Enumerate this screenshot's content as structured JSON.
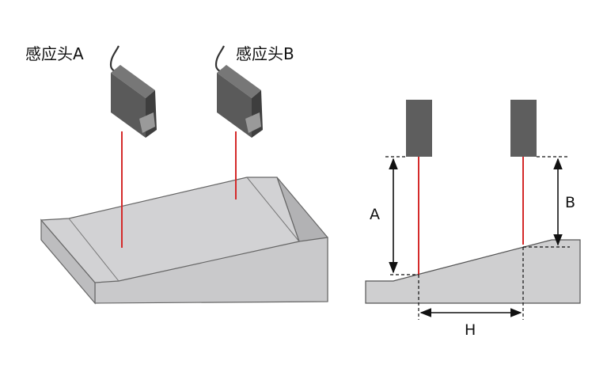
{
  "labels": {
    "sensor_head_a": "感应头A",
    "sensor_head_b": "感应头B",
    "dimension_a": "A",
    "dimension_b": "B",
    "dimension_h": "H"
  },
  "colors": {
    "laser_beam": "#d42a2a",
    "sensor_body": "#5e5e5e",
    "workpiece_fill": "#cfcfd0",
    "outline": "#555555"
  }
}
